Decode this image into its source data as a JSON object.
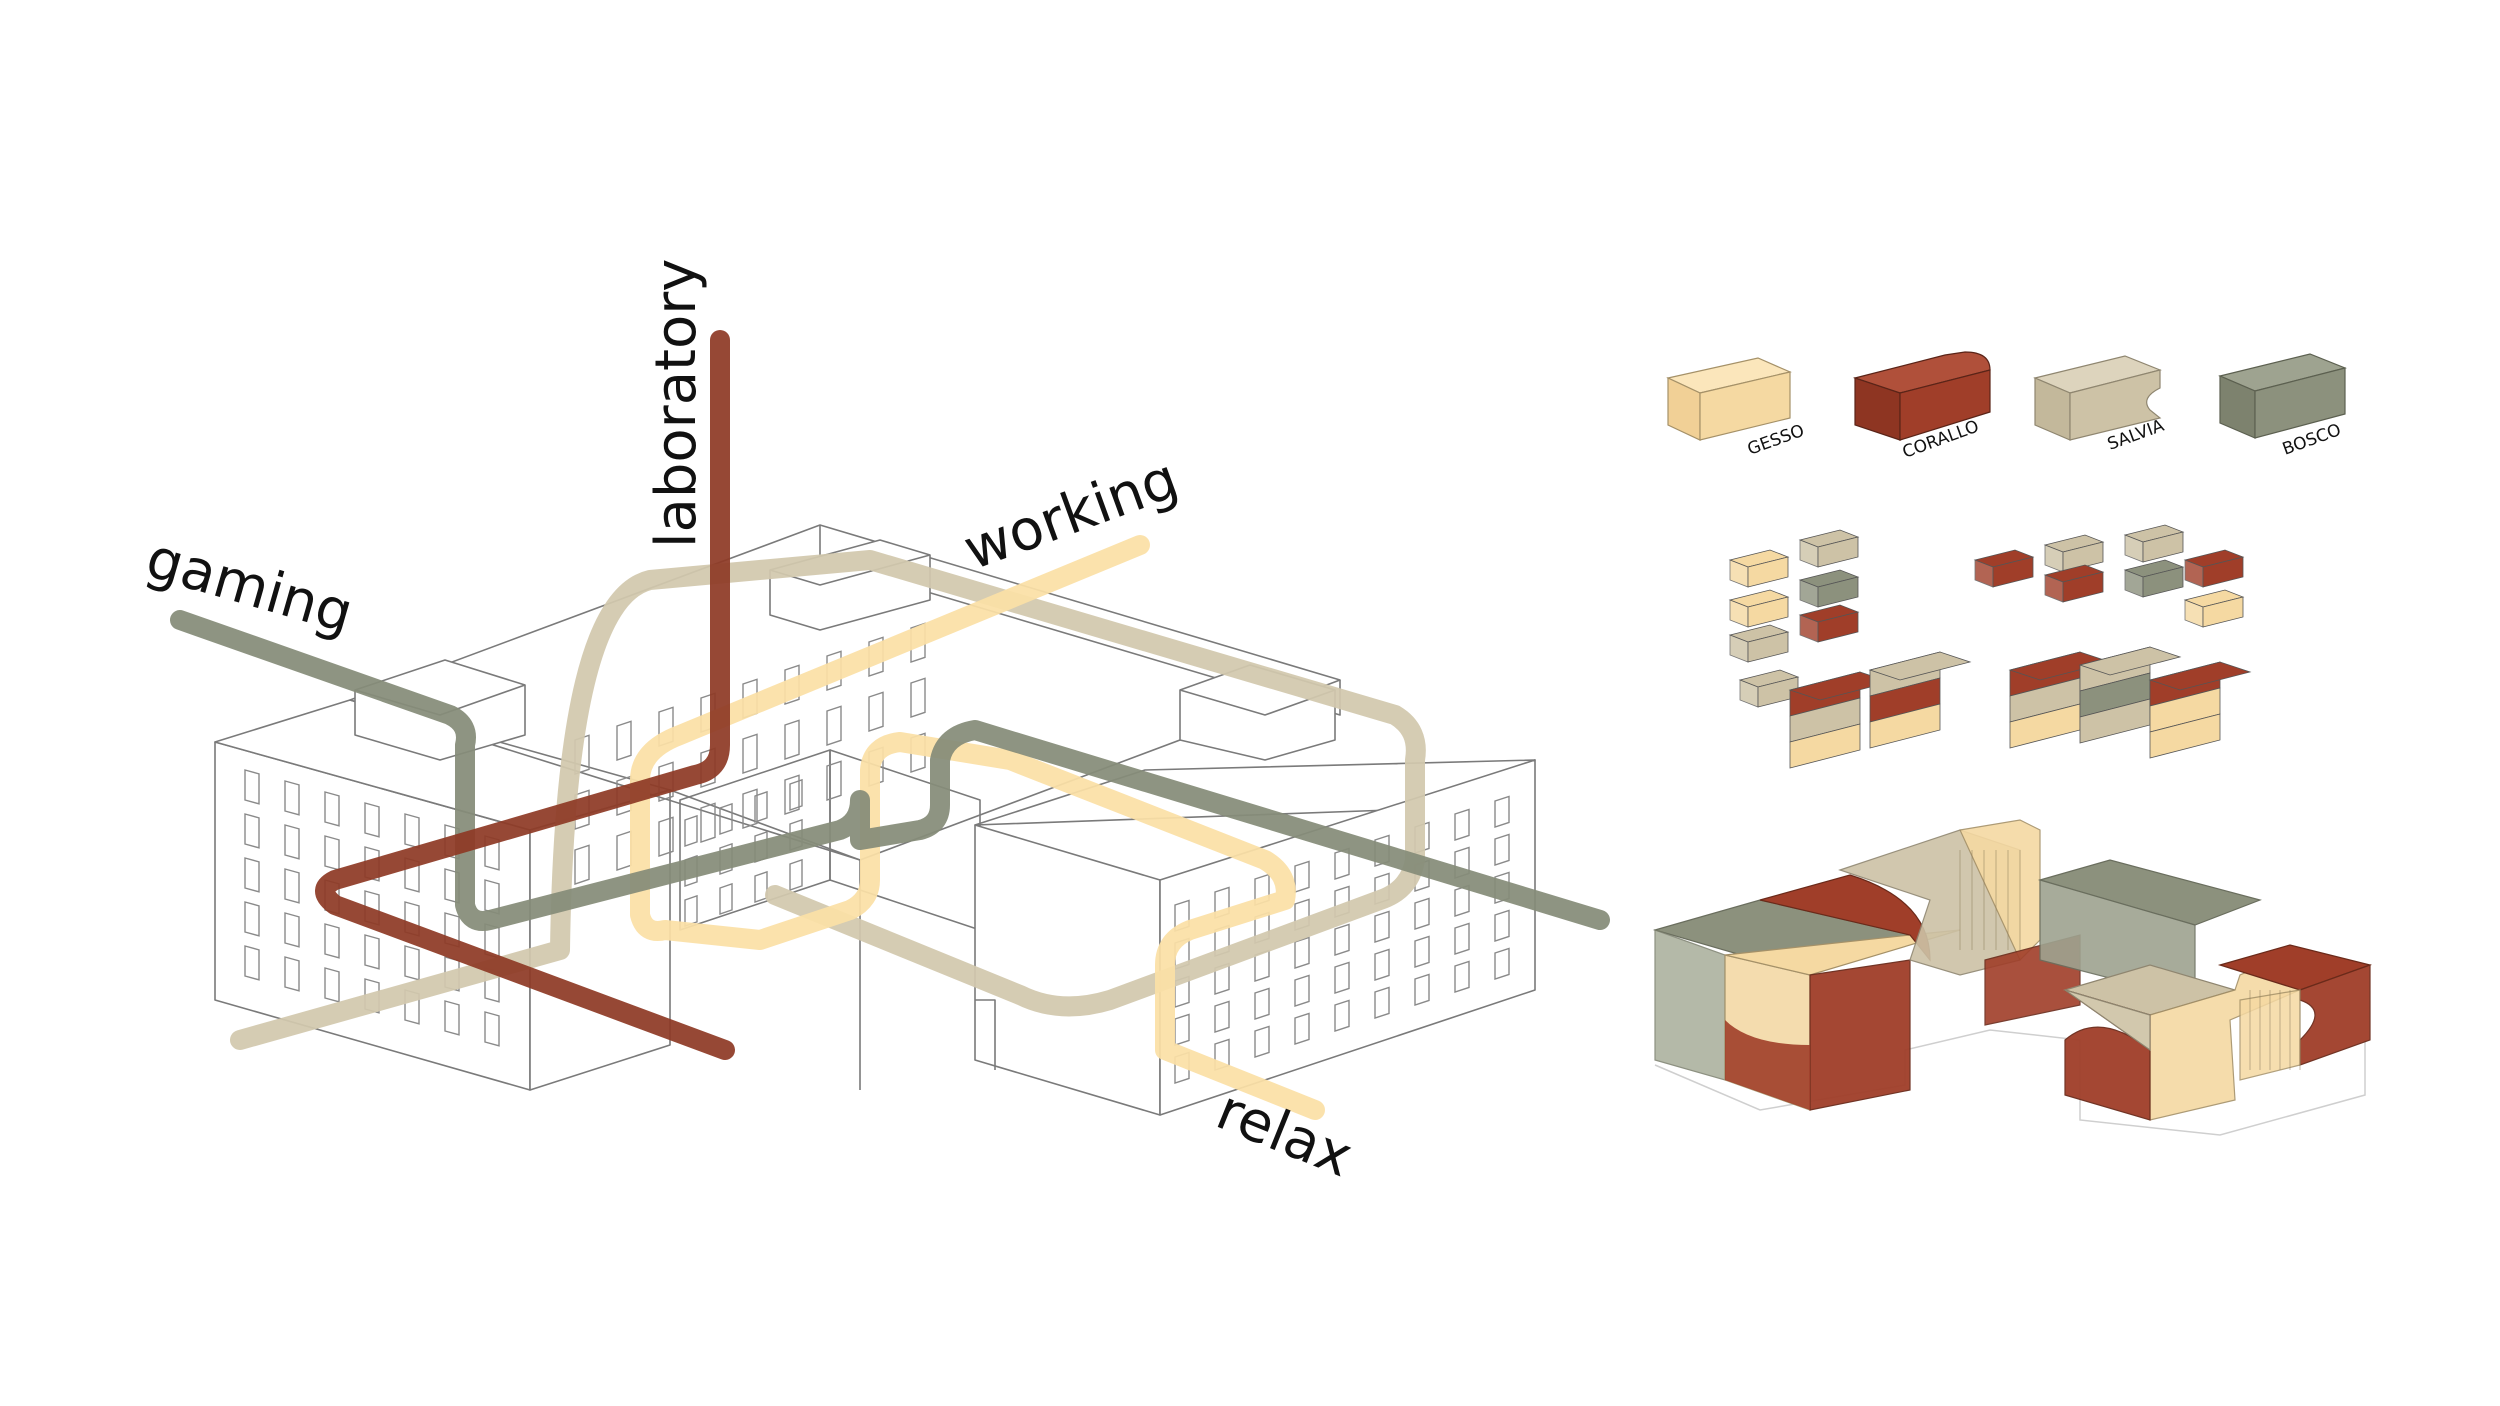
{
  "diagram": {
    "routes": [
      {
        "id": "laboratory",
        "label": "laboratory",
        "color": "#8e3a26"
      },
      {
        "id": "working",
        "label": "working",
        "color": "#fbe0a6"
      },
      {
        "id": "gaming",
        "label": "gaming",
        "color": "#858c78"
      },
      {
        "id": "relax",
        "label": "relax",
        "color": "#d2c8ad"
      }
    ]
  },
  "legend": {
    "swatches": [
      {
        "name": "GESSO",
        "color": "#f5d9a2"
      },
      {
        "name": "CORALLO",
        "color": "#a03e29"
      },
      {
        "name": "SALVIA",
        "color": "#cdc2a6"
      },
      {
        "name": "BOSCO",
        "color": "#8c917d"
      }
    ]
  }
}
